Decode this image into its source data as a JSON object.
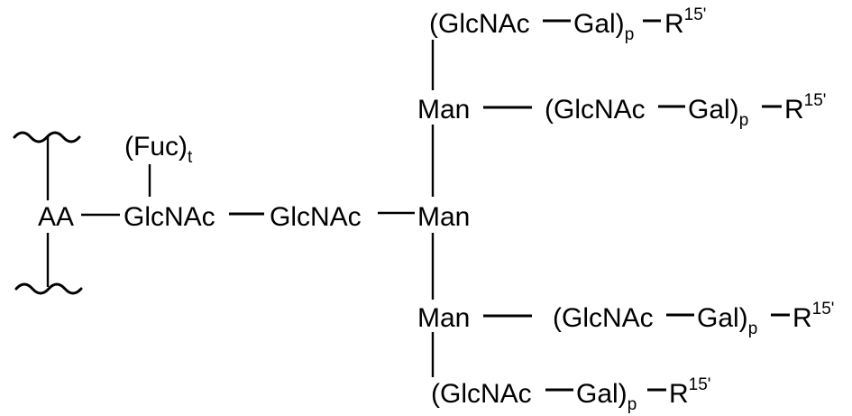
{
  "core": {
    "aa": "AA",
    "glcnac_1": "GlcNAc",
    "glcnac_2": "GlcNAc",
    "man_core": "Man"
  },
  "fucose": {
    "label": "(Fuc)",
    "subscript": "t"
  },
  "upper_branch": {
    "man": "Man",
    "top_chain": {
      "open": "(GlcNAc",
      "gal": "Gal)",
      "subscript": "p",
      "r": "R",
      "superscript": "15'"
    },
    "side_chain": {
      "open": "(GlcNAc",
      "gal": "Gal)",
      "subscript": "p",
      "r": "R",
      "superscript": "15'"
    }
  },
  "lower_branch": {
    "man": "Man",
    "side_chain": {
      "open": "(GlcNAc",
      "gal": "Gal)",
      "subscript": "p",
      "r": "R",
      "superscript": "15'"
    },
    "bottom_chain": {
      "open": "(GlcNAc",
      "gal": "Gal)",
      "subscript": "p",
      "r": "R",
      "superscript": "15'"
    }
  },
  "colors": {
    "ink": "#000000",
    "background": "#ffffff"
  }
}
